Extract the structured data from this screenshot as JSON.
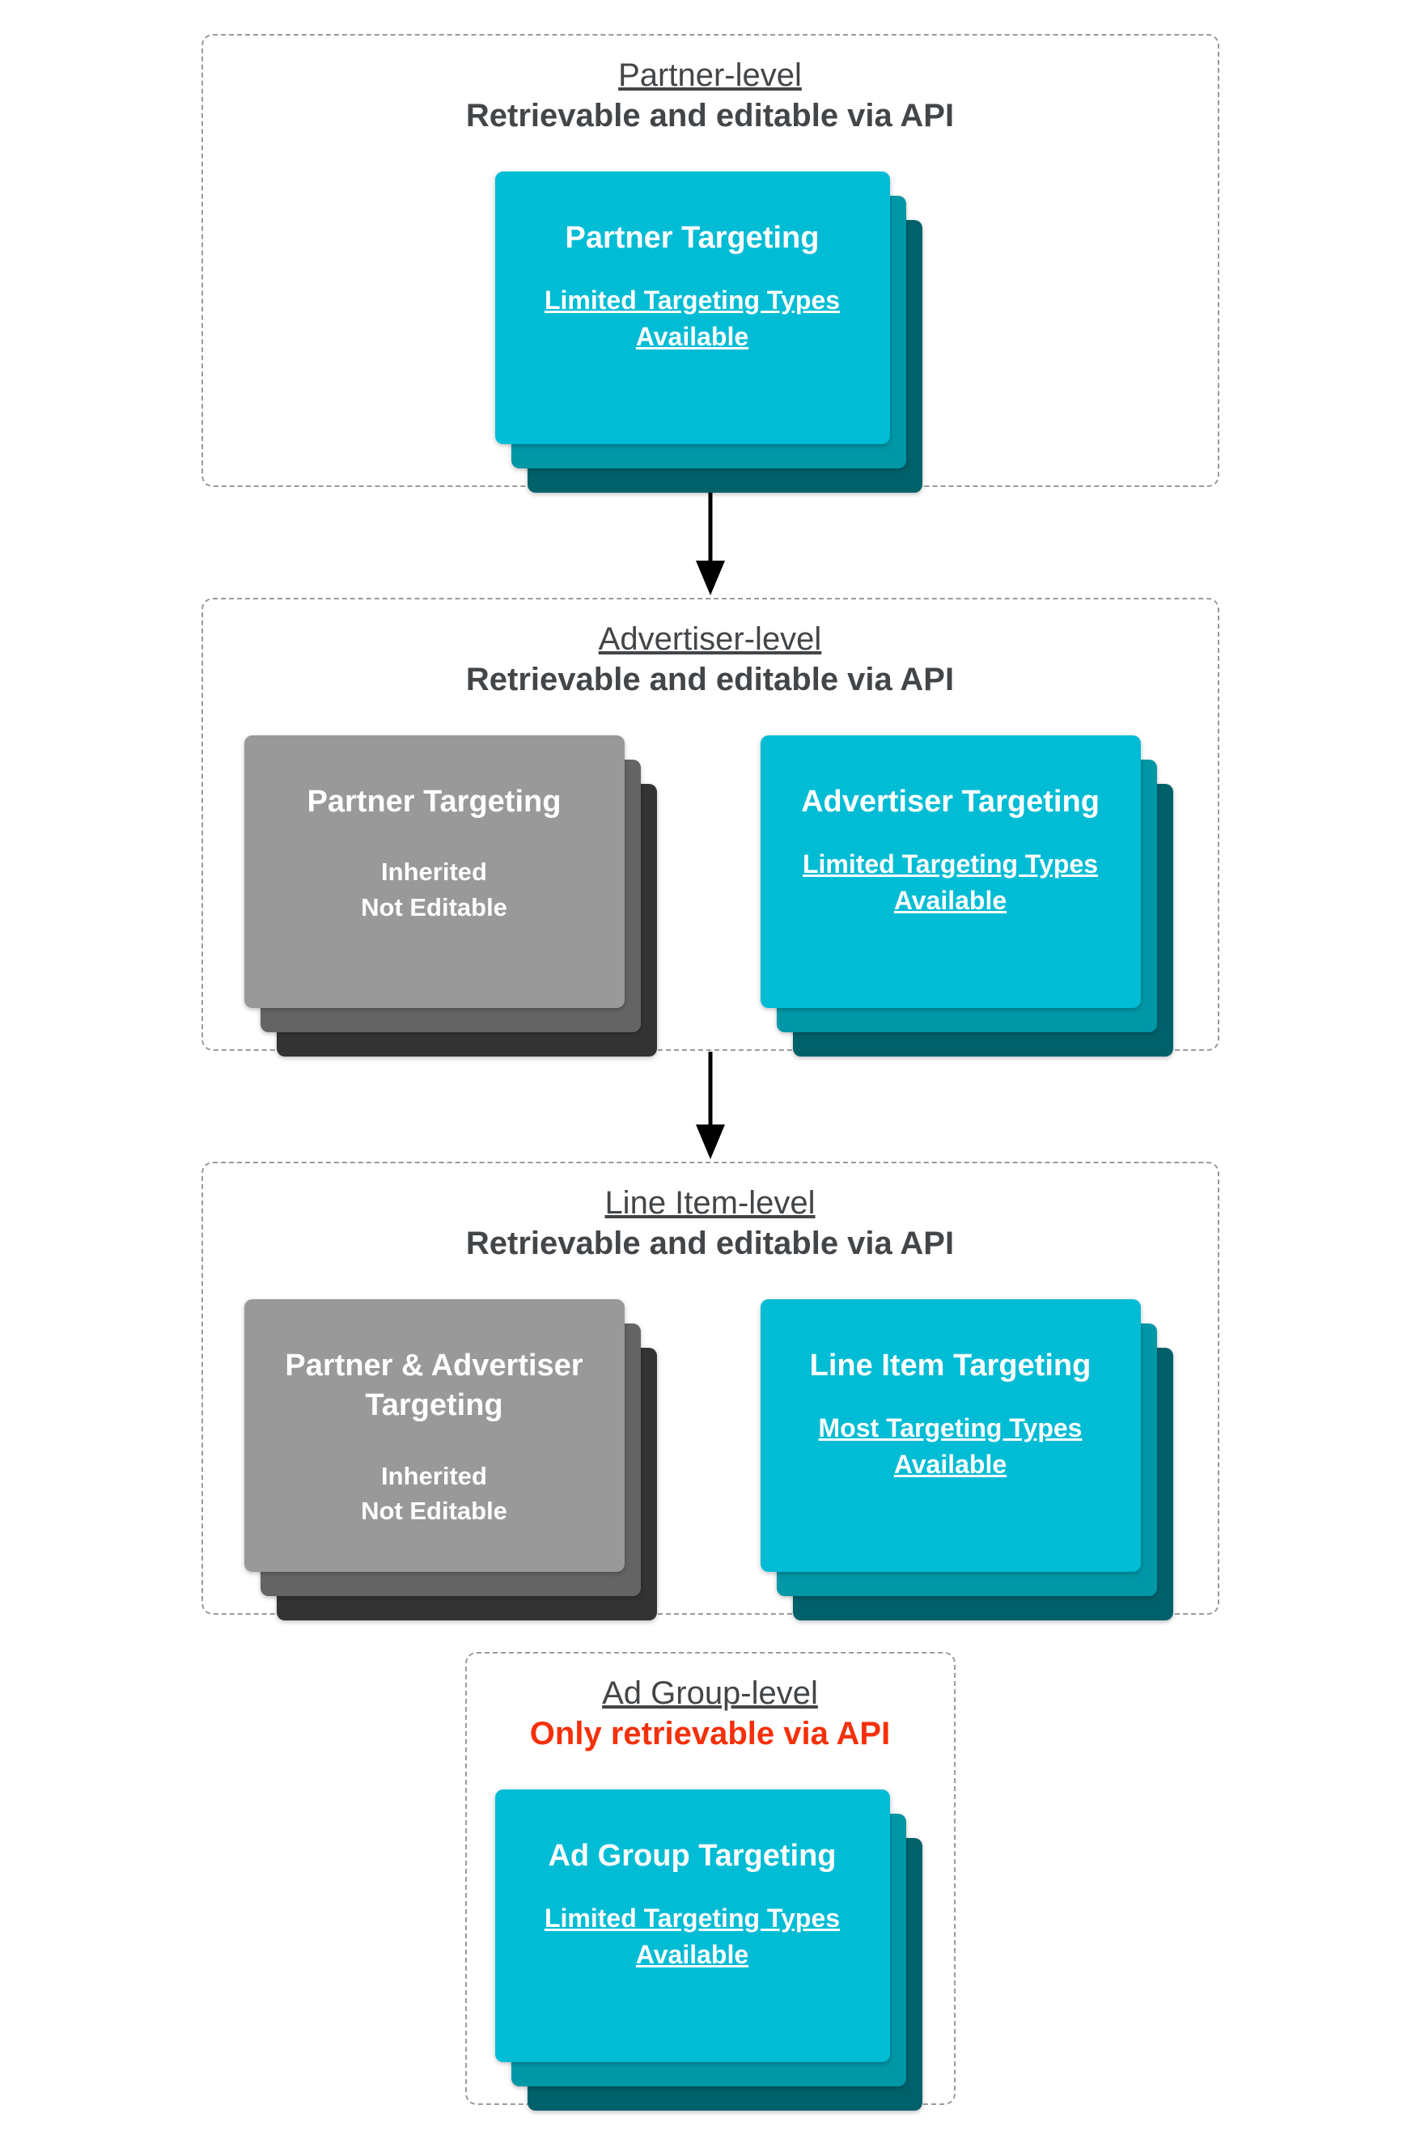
{
  "colors": {
    "teal_card": "#00BCD4",
    "teal_card_mid": "#0097A7",
    "teal_card_back": "#00616B",
    "gray_card": "#999999",
    "gray_card_mid": "#646464",
    "gray_card_back": "#333333",
    "heading_text": "#434649",
    "alert_text": "#F5300A",
    "card_text": "#FFFFFF",
    "dashed_border": "#9A9A9A",
    "arrow": "#000000"
  },
  "sections": [
    {
      "title": "Partner-level",
      "subtitle": "Retrievable and editable via API",
      "cards": [
        {
          "style": "teal",
          "title": "Partner Targeting",
          "link_text": "Limited Targeting Types Available"
        }
      ]
    },
    {
      "title": "Advertiser-level",
      "subtitle": "Retrievable and editable via API",
      "cards": [
        {
          "style": "gray",
          "title": "Partner Targeting",
          "body_lines": [
            "Inherited",
            "Not Editable"
          ]
        },
        {
          "style": "teal",
          "title": "Advertiser Targeting",
          "link_text": "Limited Targeting Types Available"
        }
      ]
    },
    {
      "title": "Line Item-level",
      "subtitle": "Retrievable and editable via API",
      "cards": [
        {
          "style": "gray",
          "title": "Partner & Advertiser Targeting",
          "body_lines": [
            "Inherited",
            "Not Editable"
          ]
        },
        {
          "style": "teal",
          "title": "Line Item Targeting",
          "link_text": "Most Targeting Types Available"
        }
      ]
    },
    {
      "title": "Ad Group-level",
      "subtitle": "Only retrievable via API",
      "cards": [
        {
          "style": "teal",
          "title": "Ad Group Targeting",
          "link_text": "Limited Targeting Types Available"
        }
      ]
    }
  ]
}
